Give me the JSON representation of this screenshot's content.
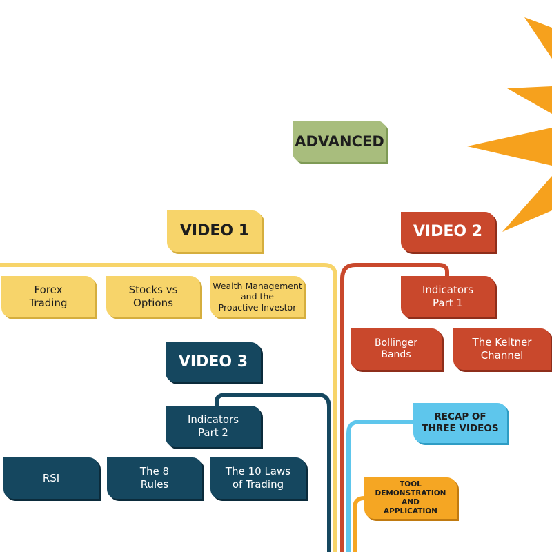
{
  "colors": {
    "advanced": "#A8BD7D",
    "video1": "#F7D46A",
    "video2": "#C9482C",
    "video3": "#15475F",
    "recap": "#5EC6EC",
    "tool": "#F5A623",
    "sun": "#F6A11D",
    "shadow_yellow": "#D5AE3E",
    "shadow_red": "#8E2E1B",
    "shadow_blue": "#0B2B3B",
    "shadow_green": "#7E9A55",
    "shadow_cyan": "#2E9CC4",
    "shadow_orange": "#C07A10"
  },
  "advanced": {
    "label": "ADVANCED"
  },
  "video1": {
    "label": "VIDEO 1",
    "items": [
      {
        "label": "Forex\nTrading"
      },
      {
        "label": "Stocks vs\nOptions"
      },
      {
        "label": "Wealth Management\nand the\nProactive Investor"
      }
    ]
  },
  "video2": {
    "label": "VIDEO 2",
    "sub": {
      "label": "Indicators\nPart 1"
    },
    "items": [
      {
        "label": "Bollinger\nBands"
      },
      {
        "label": "The Keltner\nChannel"
      }
    ]
  },
  "video3": {
    "label": "VIDEO 3",
    "sub": {
      "label": "Indicators\nPart 2"
    },
    "items": [
      {
        "label": "RSI"
      },
      {
        "label": "The 8\nRules"
      },
      {
        "label": "The 10 Laws\nof Trading"
      }
    ]
  },
  "recap": {
    "label": "RECAP OF\nTHREE VIDEOS"
  },
  "tool": {
    "label": "TOOL DEMONSTRATION\nAND\nAPPLICATION"
  }
}
